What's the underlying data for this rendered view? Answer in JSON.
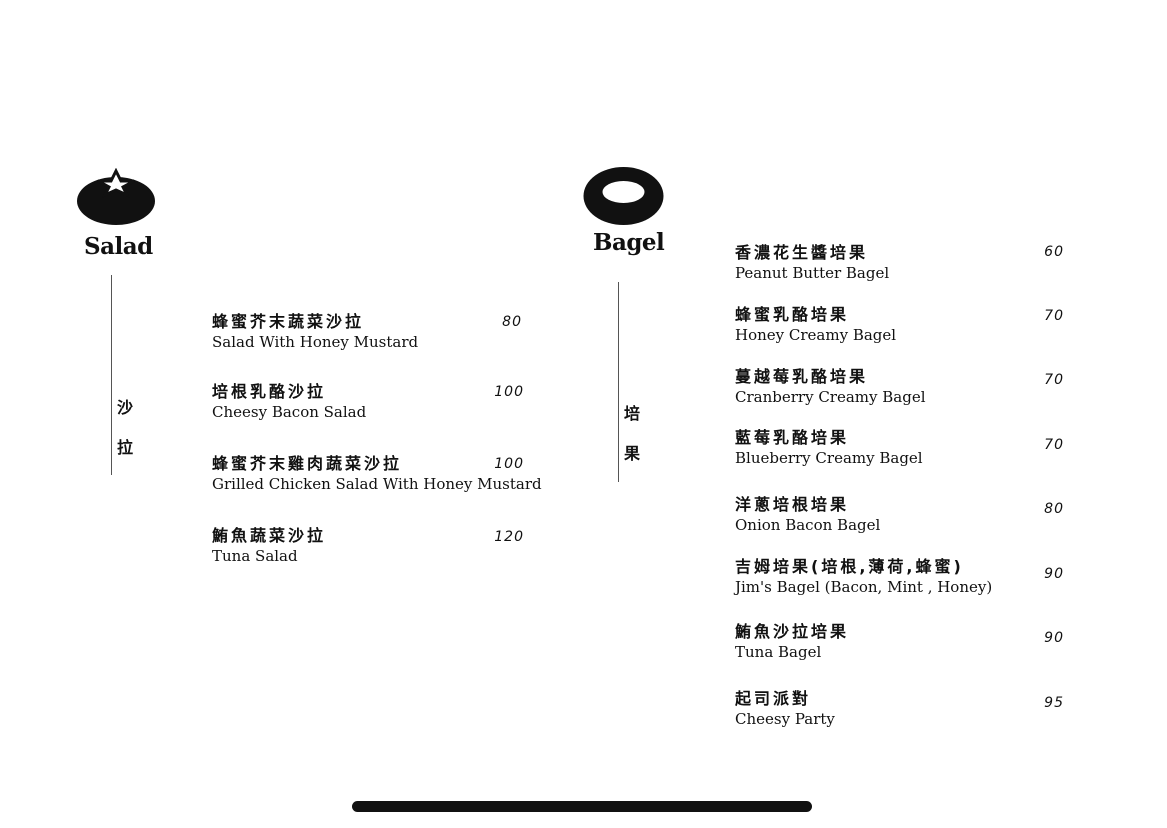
{
  "salad": {
    "title": "Salad",
    "icon": "blueberry-icon",
    "vertical_label": [
      "沙",
      "拉"
    ],
    "items": [
      {
        "zh": "蜂蜜芥末蔬菜沙拉",
        "en": "Salad With Honey Mustard",
        "price": "80"
      },
      {
        "zh": "培根乳酪沙拉",
        "en": "Cheesy Bacon Salad",
        "price": "100"
      },
      {
        "zh": "蜂蜜芥末雞肉蔬菜沙拉",
        "en": "Grilled Chicken Salad With Honey Mustard",
        "price": "100"
      },
      {
        "zh": "鮪魚蔬菜沙拉",
        "en": "Tuna Salad",
        "price": "120"
      }
    ]
  },
  "bagel": {
    "title": "Bagel",
    "icon": "bagel-icon",
    "vertical_label": [
      "培",
      "果"
    ],
    "items": [
      {
        "zh": "香濃花生醬培果",
        "en": "Peanut Butter Bagel",
        "price": "60"
      },
      {
        "zh": "蜂蜜乳酪培果",
        "en": "Honey Creamy Bagel",
        "price": "70"
      },
      {
        "zh": "蔓越莓乳酪培果",
        "en": "Cranberry Creamy Bagel",
        "price": "70"
      },
      {
        "zh": "藍莓乳酪培果",
        "en": "Blueberry Creamy Bagel",
        "price": "70"
      },
      {
        "zh": "洋蔥培根培果",
        "en": "Onion Bacon Bagel",
        "price": "80"
      },
      {
        "zh": "吉姆培果(培根,薄荷,蜂蜜)",
        "en": "Jim's Bagel (Bacon, Mint , Honey)",
        "price": "90"
      },
      {
        "zh": "鮪魚沙拉培果",
        "en": "Tuna Bagel",
        "price": "90"
      },
      {
        "zh": "起司派對",
        "en": "Cheesy Party",
        "price": "95"
      }
    ]
  }
}
